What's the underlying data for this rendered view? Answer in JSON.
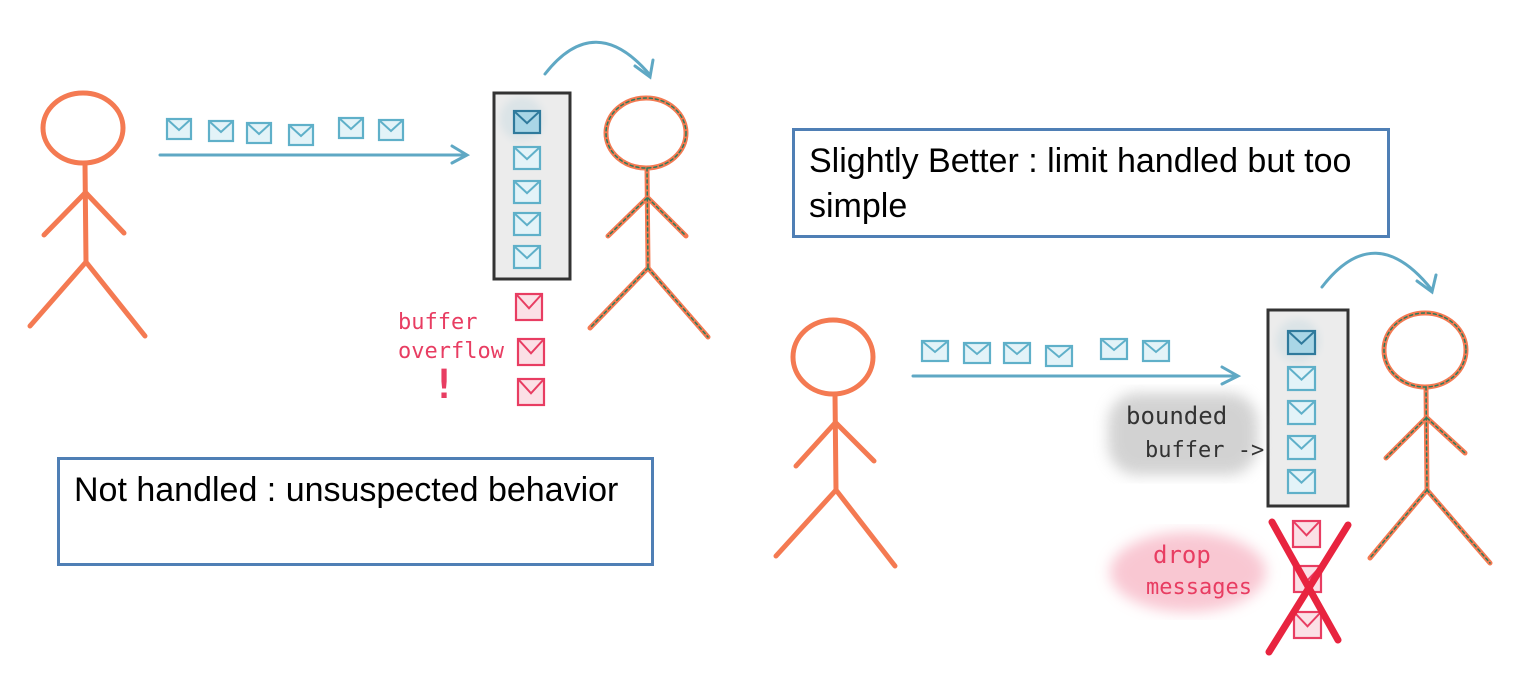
{
  "captions": {
    "not_handled": "Not handled : unsuspected behavior",
    "slightly_better": "Slightly Better : limit handled but too simple"
  },
  "annotations": {
    "buffer_overflow_line1": "buffer",
    "buffer_overflow_line2": "overflow",
    "exclamation": "!",
    "bounded_buffer_line1": "bounded",
    "bounded_buffer_line2": "buffer ->",
    "drop_messages_line1": "drop",
    "drop_messages_line2": "messages"
  },
  "colors": {
    "figure": "#f47a52",
    "receiver_fill": "#2e7a5b",
    "message": "#5fb0c9",
    "arrow": "#5fa8c4",
    "overflow": "#e83d62",
    "buffer_fill": "#e6e6e6",
    "buffer_border": "#333333",
    "caption_border": "#4f7fb5"
  },
  "icons": [
    "envelope-icon",
    "stick-figure-icon",
    "cross-icon"
  ]
}
